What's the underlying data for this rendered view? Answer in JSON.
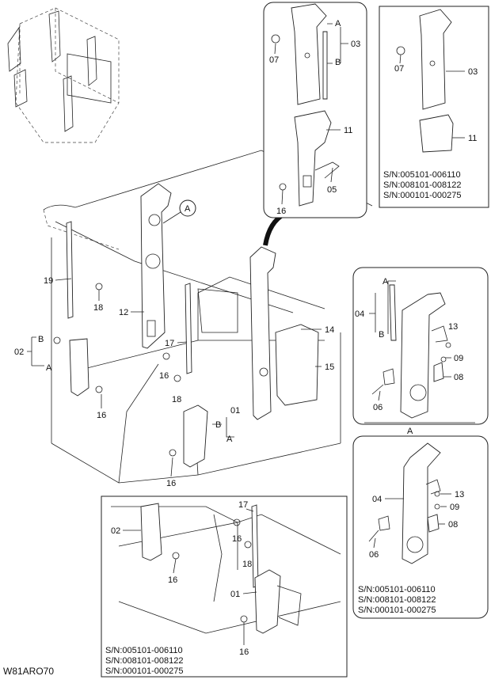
{
  "diagram": {
    "drawing_code": "W81ARO70",
    "detail_A_marker": "A",
    "main_labels": {
      "p19": "19",
      "p18a": "18",
      "p12": "12",
      "p02": "02",
      "pB": "B",
      "pA": "A",
      "p16a": "16",
      "p17": "17",
      "p16b": "16",
      "p18b": "18",
      "p01": "01",
      "p01B": "B",
      "p01A": "A",
      "p16c": "16",
      "p14": "14",
      "p15": "15"
    },
    "box_top_center": {
      "A": "A",
      "B": "B",
      "p03": "03",
      "p07": "07",
      "p11": "11",
      "p05": "05",
      "p16": "16"
    },
    "box_top_right": {
      "p07": "07",
      "p03": "03",
      "p11": "11",
      "serials": [
        "S/N:005101-006110",
        "S/N:008101-008122",
        "S/N:000101-000275"
      ]
    },
    "box_mid_right": {
      "A_top": "A",
      "p04": "04",
      "B": "B",
      "p13": "13",
      "p09": "09",
      "p08": "08",
      "p06": "06",
      "A_bottom": "A"
    },
    "box_low_right": {
      "p04": "04",
      "p13": "13",
      "p09": "09",
      "p08": "08",
      "p06": "06",
      "serials": [
        "S/N:005101-006110",
        "S/N:008101-008122",
        "S/N:000101-000275"
      ]
    },
    "box_bottom": {
      "p17": "17",
      "p02": "02",
      "p16a": "16",
      "p18": "18",
      "p16b": "16",
      "p01": "01",
      "p16c": "16",
      "serials": [
        "S/N:005101-006110",
        "S/N:008101-008122",
        "S/N:000101-000275"
      ]
    }
  }
}
